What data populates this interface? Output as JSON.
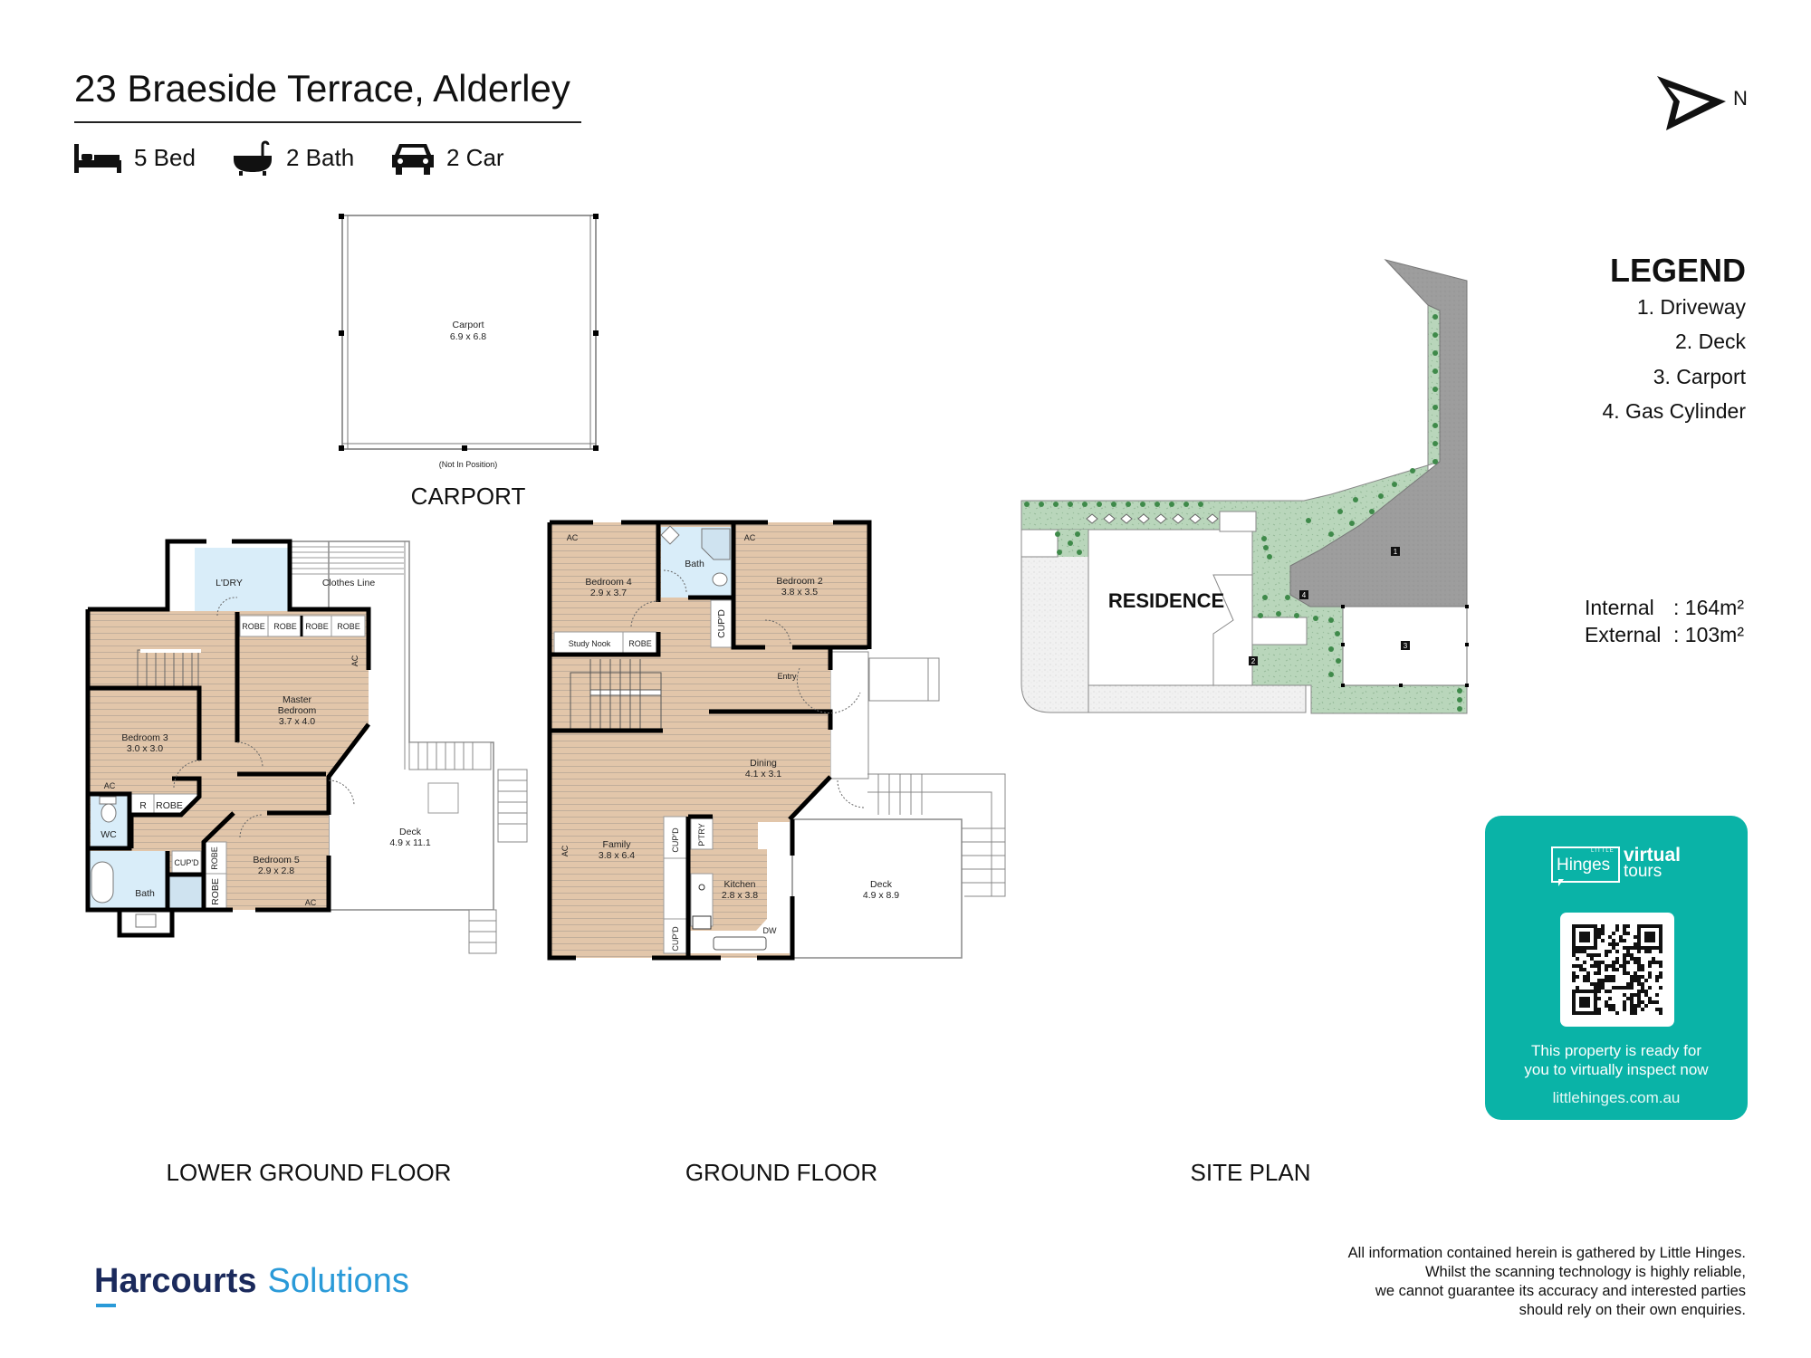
{
  "header": {
    "title": "23 Braeside Terrace, Alderley",
    "bed": "5 Bed",
    "bath": "2 Bath",
    "car": "2 Car"
  },
  "compass": {
    "label": "N"
  },
  "legend": {
    "title": "LEGEND",
    "items": [
      "1. Driveway",
      "2. Deck",
      "3. Carport",
      "4. Gas Cylinder"
    ]
  },
  "areas": {
    "internal_label": "Internal",
    "internal_value": ": 164m²",
    "external_label": "External",
    "external_value": ": 103m²"
  },
  "carport": {
    "room": "Carport",
    "dims": "6.9 x 6.8",
    "note": "(Not In Position)",
    "title": "CARPORT"
  },
  "lower_ground": {
    "title": "LOWER GROUND FLOOR",
    "laundry": "L'DRY",
    "clothes_line": "Clothes Line",
    "robes": [
      "ROBE",
      "ROBE",
      "ROBE",
      "ROBE"
    ],
    "master_l1": "Master",
    "master_l2": "Bedroom",
    "master_dims": "3.7 x 4.0",
    "bed3": "Bedroom 3",
    "bed3_dims": "3.0 x 3.0",
    "ac": "AC",
    "r": "R",
    "robe": "ROBE",
    "wc": "WC",
    "cupd": "CUP'D",
    "bath": "Bath",
    "bed5": "Bedroom 5",
    "bed5_dims": "2.9 x 2.8",
    "deck": "Deck",
    "deck_dims": "4.9 x 11.1"
  },
  "ground": {
    "title": "GROUND FLOOR",
    "ac": "AC",
    "bed4": "Bedroom 4",
    "bed4_dims": "2.9 x 3.7",
    "bath": "Bath",
    "bed2": "Bedroom 2",
    "bed2_dims": "3.8 x 3.5",
    "cupd": "CUP'D",
    "study": "Study Nook",
    "robe": "ROBE",
    "entry": "Entry",
    "dining": "Dining",
    "dining_dims": "4.1 x 3.1",
    "family": "Family",
    "family_dims": "3.8 x 6.4",
    "pantry": "P'TRY",
    "kitchen": "Kitchen",
    "kitchen_dims": "2.8 x 3.8",
    "dw": "DW",
    "deck": "Deck",
    "deck_dims": "4.9 x 8.9"
  },
  "site_plan": {
    "title": "SITE PLAN",
    "residence": "RESIDENCE",
    "markers": [
      "1",
      "2",
      "3",
      "4"
    ]
  },
  "virtual_tour": {
    "brand_small": "LITTLE",
    "brand": "Hinges",
    "virtual": "virtual",
    "tours": "tours",
    "message_line1": "This property is ready for",
    "message_line2": "you to virtually inspect now",
    "url": "littlehinges.com.au"
  },
  "footer": {
    "logo_main": "Harcourts",
    "logo_sub": "Solutions",
    "disclaimer": [
      "All information contained herein is gathered by Little Hinges.",
      "Whilst the scanning technology is highly reliable,",
      "we cannot guarantee its accuracy and interested parties",
      "should rely on their own enquiries."
    ]
  },
  "colors": {
    "floor": "#e2c6aa",
    "wet_area": "#d9edf9",
    "garden": "#b9d6bb",
    "driveway": "#9c9c9c",
    "accent": "#0ab3a7"
  }
}
